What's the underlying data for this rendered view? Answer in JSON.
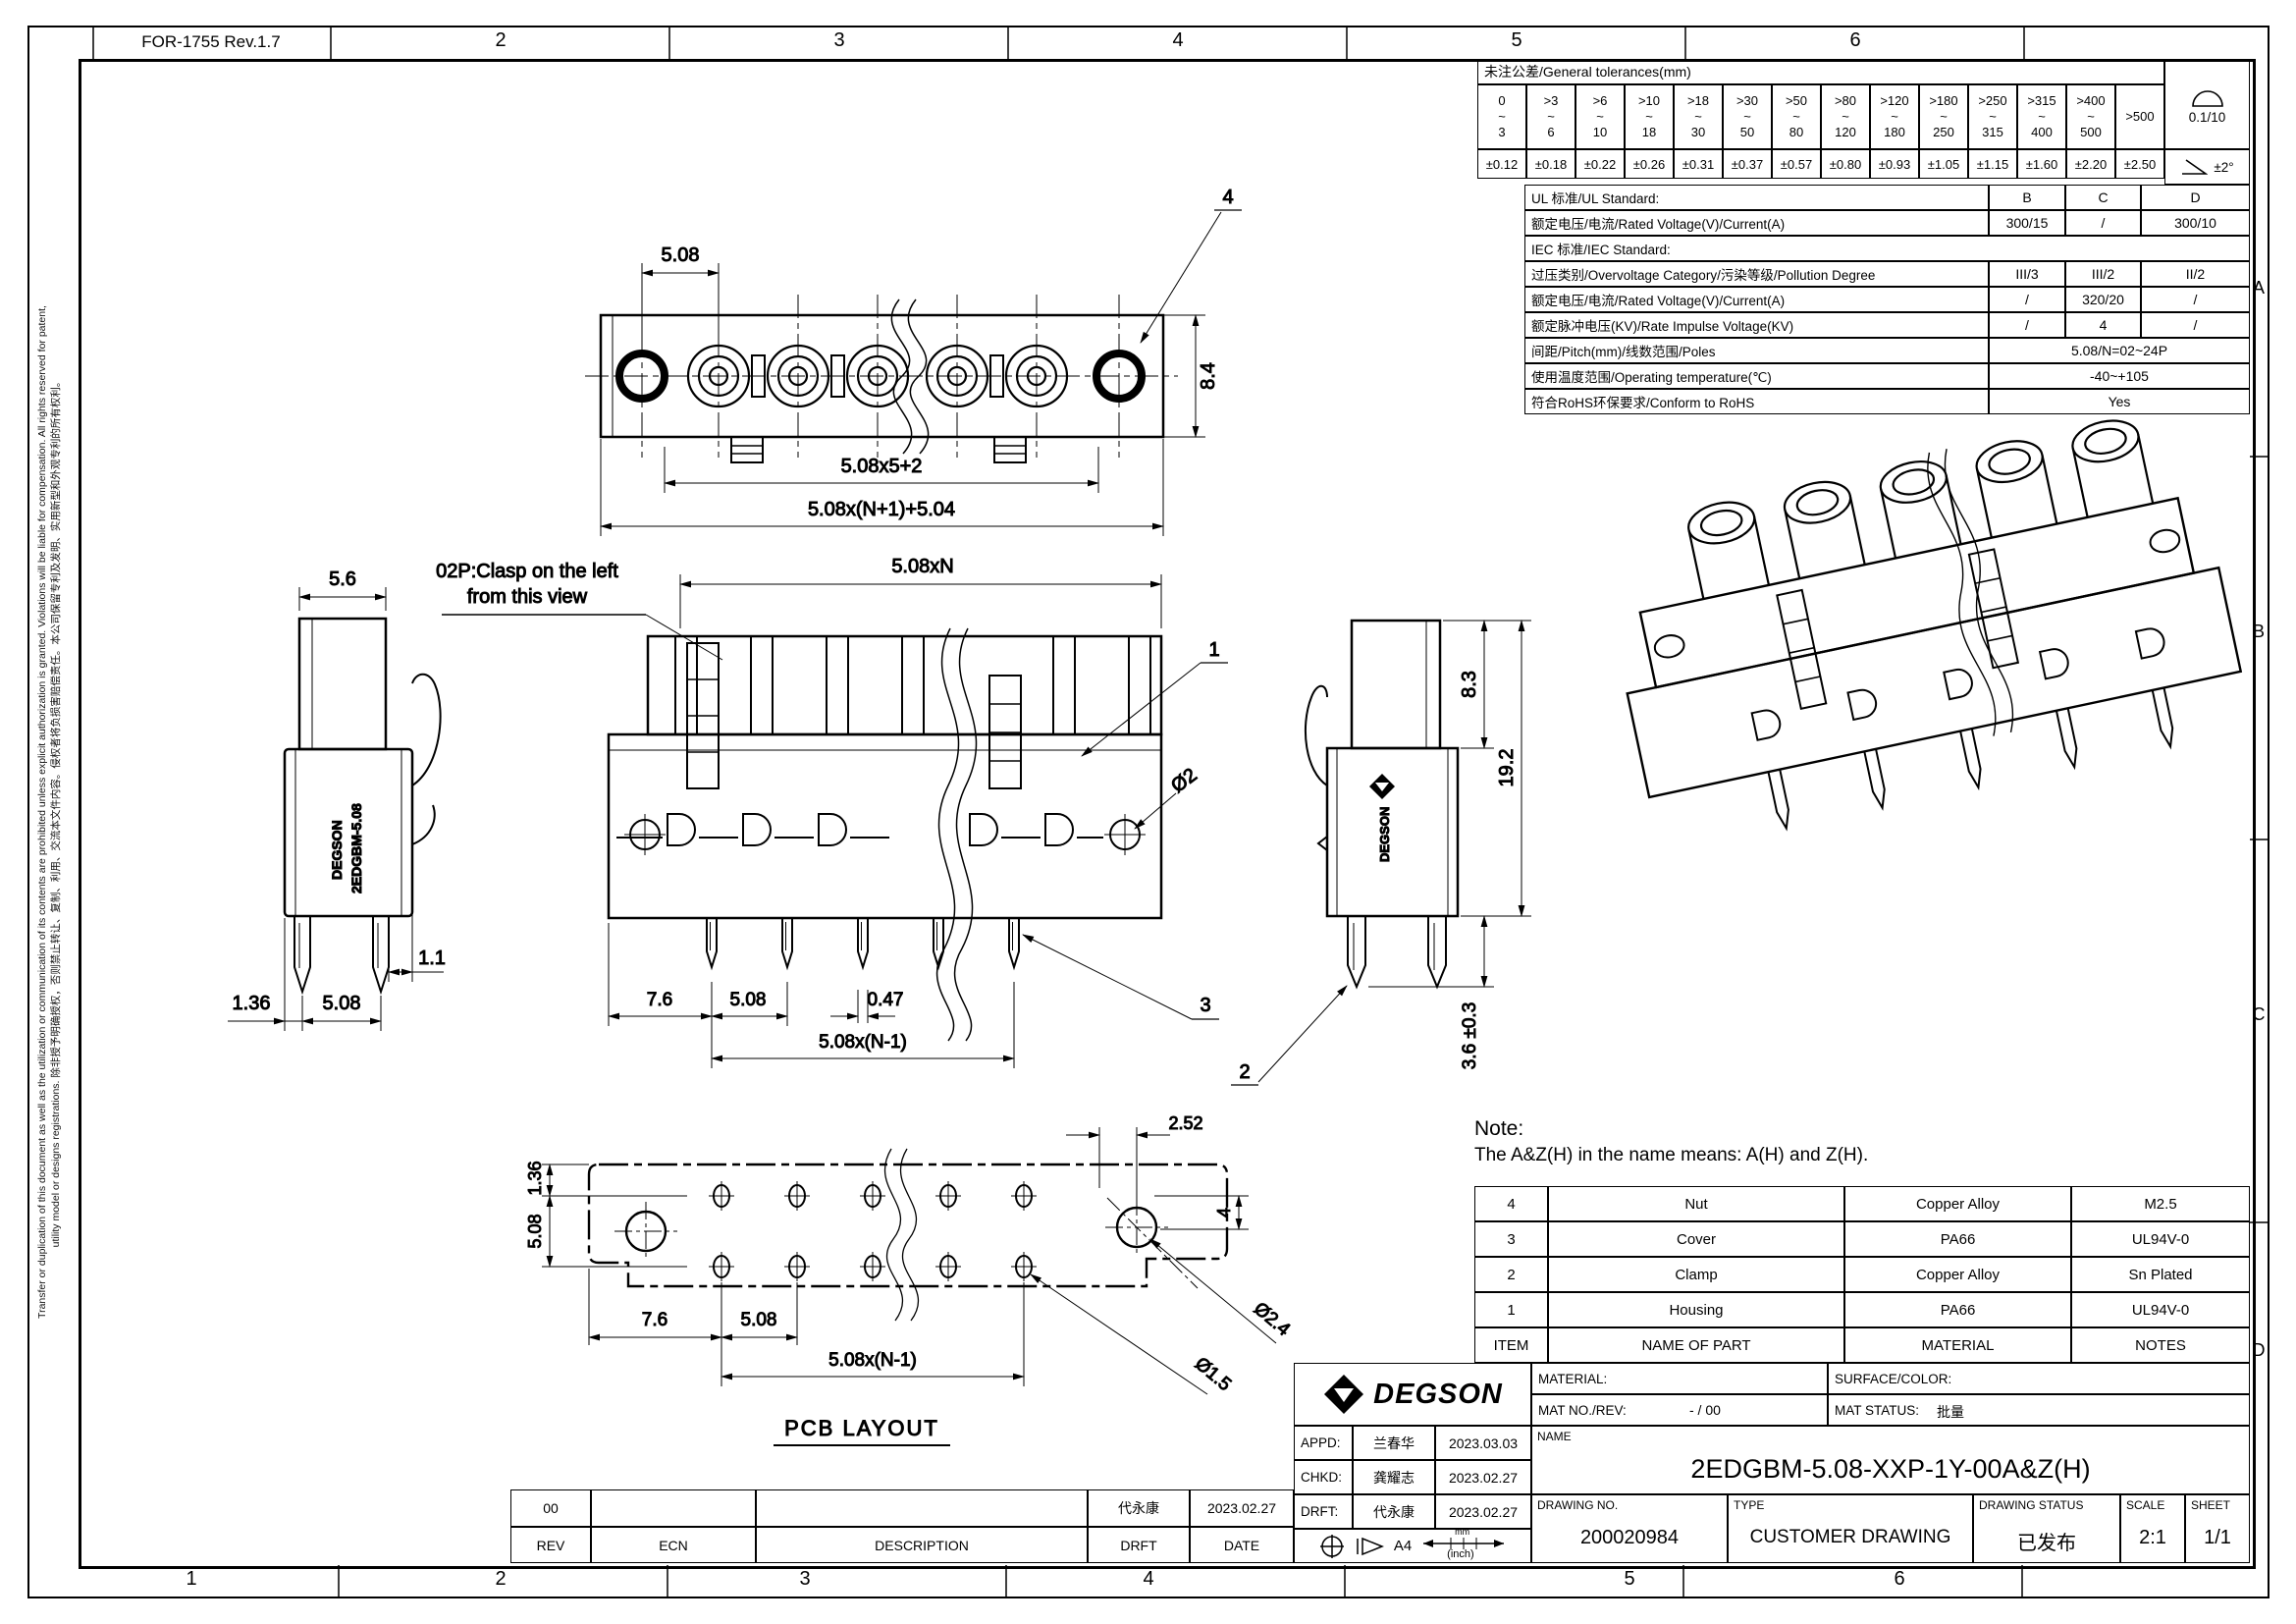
{
  "frame": {
    "form": "FOR-1755 Rev.1.7",
    "zones_top": [
      "2",
      "3",
      "4",
      "5",
      "6"
    ],
    "zones_bottom": [
      "1",
      "2",
      "3",
      "4",
      "5",
      "6"
    ],
    "zones_right": [
      "A",
      "B",
      "C",
      "D"
    ],
    "legal_line1": "Transfer or duplication of this document as well as the utilization or communication of its contents are prohibited unless explicit authorization is granted. Violations will be liable for compensation. All rights reserved for patent,",
    "legal_line2": "utility model or designs registrations.  除非授予明确授权，否则禁止转让、复制、利用、交流本文件内容。侵权者将负损害赔偿责任。本公司保留专利及发明、实用新型和外观专利的所有权利。"
  },
  "tol": {
    "title": "未注公差/General tolerances(mm)",
    "cols": [
      {
        "a": "0",
        "m": "~",
        "b": "3"
      },
      {
        "a": ">3",
        "m": "~",
        "b": "6"
      },
      {
        "a": ">6",
        "m": "~",
        "b": "10"
      },
      {
        "a": ">10",
        "m": "~",
        "b": "18"
      },
      {
        "a": ">18",
        "m": "~",
        "b": "30"
      },
      {
        "a": ">30",
        "m": "~",
        "b": "50"
      },
      {
        "a": ">50",
        "m": "~",
        "b": "80"
      },
      {
        "a": ">80",
        "m": "~",
        "b": "120"
      },
      {
        "a": ">120",
        "m": "~",
        "b": "180"
      },
      {
        "a": ">180",
        "m": "~",
        "b": "250"
      },
      {
        "a": ">250",
        "m": "~",
        "b": "315"
      },
      {
        "a": ">315",
        "m": "~",
        "b": "400"
      },
      {
        "a": ">400",
        "m": "~",
        "b": "500"
      },
      {
        "a": ">500",
        "m": "",
        "b": ""
      }
    ],
    "vals": [
      "±0.12",
      "±0.18",
      "±0.22",
      "±0.26",
      "±0.31",
      "±0.37",
      "±0.57",
      "±0.80",
      "±0.93",
      "±1.05",
      "±1.15",
      "±1.60",
      "±2.20",
      "±2.50"
    ],
    "flat": "0.1/10",
    "angle": "±2°"
  },
  "spec": {
    "rows": [
      {
        "label": "UL 标准/UL Standard:",
        "b": "B",
        "c": "C",
        "d": "D"
      },
      {
        "label": "额定电压/电流/Rated Voltage(V)/Current(A)",
        "b": "300/15",
        "c": "/",
        "d": "300/10"
      },
      {
        "label": "IEC 标准/IEC Standard:"
      },
      {
        "label": "过压类别/Overvoltage Category/污染等级/Pollution Degree",
        "b": "III/3",
        "c": "III/2",
        "d": "II/2"
      },
      {
        "label": "额定电压/电流/Rated Voltage(V)/Current(A)",
        "b": "/",
        "c": "320/20",
        "d": "/"
      },
      {
        "label": "额定脉冲电压(KV)/Rate Impulse Voltage(KV)",
        "b": "/",
        "c": "4",
        "d": "/"
      },
      {
        "label": "间距/Pitch(mm)/线数范围/Poles",
        "value": "5.08/N=02~24P"
      },
      {
        "label": "使用温度范围/Operating temperature(℃)",
        "value": "-40~+105"
      },
      {
        "label": "符合RoHS环保要求/Conform to RoHS",
        "value": "Yes"
      }
    ]
  },
  "note": {
    "line1": "Note:",
    "line2": "The A&Z(H) in the name means: A(H) and Z(H)."
  },
  "parts": {
    "rows": [
      {
        "item": "4",
        "name": "Nut",
        "material": "Copper Alloy",
        "notes": "M2.5"
      },
      {
        "item": "3",
        "name": "Cover",
        "material": "PA66",
        "notes": "UL94V-0"
      },
      {
        "item": "2",
        "name": "Clamp",
        "material": "Copper Alloy",
        "notes": "Sn Plated"
      },
      {
        "item": "1",
        "name": "Housing",
        "material": "PA66",
        "notes": "UL94V-0"
      }
    ],
    "header": {
      "item": "ITEM",
      "name": "NAME OF PART",
      "material": "MATERIAL",
      "notes": "NOTES"
    }
  },
  "tb": {
    "brand": "DEGSON",
    "material_label": "MATERIAL:",
    "surface_label": "SURFACE/COLOR:",
    "matno_label": "MAT NO./REV:",
    "matno_value": "- / 00",
    "matstatus_label": "MAT STATUS:",
    "matstatus_value": "批量",
    "appd_label": "APPD:",
    "appd_name": "兰春华",
    "appd_date": "2023.03.03",
    "chkd_label": "CHKD:",
    "chkd_name": "龚耀志",
    "chkd_date": "2023.02.27",
    "drft_label": "DRFT:",
    "drft_name": "代永康",
    "drft_date": "2023.02.27",
    "name_label": "NAME",
    "name_value": "2EDGBM-5.08-XXP-1Y-00A&Z(H)",
    "dwgno_label": "DRAWING NO.",
    "dwgno_value": "200020984",
    "type_label": "TYPE",
    "type_value": "CUSTOMER DRAWING",
    "status_label": "DRAWING STATUS",
    "status_value": "已发布",
    "scale_label": "SCALE",
    "scale_value": "2:1",
    "sheet_label": "SHEET",
    "sheet_value": "1/1",
    "paper": "A4",
    "unit_mm": "mm",
    "unit_inch": "(inch)"
  },
  "rev": {
    "row": {
      "rev": "00",
      "ecn": "",
      "desc": "",
      "drft": "代永康",
      "date": "2023.02.27"
    },
    "header": {
      "rev": "REV",
      "ecn": "ECN",
      "desc": "DESCRIPTION",
      "drft": "DRFT",
      "date": "DATE"
    }
  },
  "views": {
    "top": {
      "pitch": "5.08",
      "callout": "4",
      "height": "8.4",
      "dim_a": "5.08x5+2",
      "dim_b": "5.08x(N+1)+5.04"
    },
    "left": {
      "width": "5.6",
      "d1": "1.36",
      "d2": "5.08",
      "d3": "1.1",
      "brand_line1": "DEGSON",
      "brand_line2": "2EDGBM-5.08"
    },
    "front": {
      "note1": "02P:Clasp on the left",
      "note2": "from this view",
      "span": "5.08xN",
      "c1": "1",
      "c3": "3",
      "dia": "Ø2",
      "d1": "7.6",
      "d2": "5.08",
      "d3": "0.47",
      "d4": "5.08x(N-1)"
    },
    "right": {
      "d1": "8.3",
      "d2": "19.2",
      "d3": "3.6 ±0.3",
      "c2": "2"
    },
    "pcb": {
      "title": "PCB LAYOUT",
      "d1": "1.36",
      "d2": "5.08",
      "d3": "2.52",
      "d4": "4",
      "d5": "7.6",
      "d6": "5.08",
      "d7": "5.08x(N-1)",
      "dia1": "Ø2.4",
      "dia2": "Ø1.5"
    }
  }
}
